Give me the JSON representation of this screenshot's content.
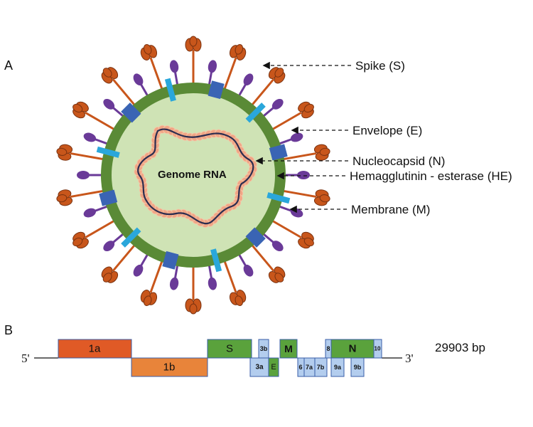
{
  "panels": {
    "a": "A",
    "b": "B"
  },
  "virion": {
    "genome_label": "Genome RNA",
    "labels": {
      "spike": "Spike (S)",
      "envelope": "Envelope (E)",
      "nucleocapsid": "Nucleocapsid (N)",
      "hemagglutinin": "Hemagglutinin - esterase (HE)",
      "membrane": "Membrane (M)"
    }
  },
  "genome": {
    "five_prime": "5'",
    "three_prime": "3'",
    "length": "29903 bp",
    "genes": {
      "g1a": "1a",
      "g1b": "1b",
      "S": "S",
      "g3b": "3b",
      "g3a": "3a",
      "E": "E",
      "M": "M",
      "g6": "6",
      "g7a": "7a",
      "g7b": "7b",
      "g8": "8",
      "g9a": "9a",
      "N": "N",
      "g9b": "9b",
      "g10": "10"
    }
  },
  "colors": {
    "envelope_ring": "#5a8a36",
    "interior": "#cfe3b5",
    "spike": "#c8561b",
    "he_block": "#3a64b4",
    "membrane_block": "#2aa7db",
    "e_protein": "#6a3a98",
    "beads": "#f0a585",
    "orf1a": "#e05a26",
    "orf1b": "#e8843a",
    "structural_green": "#5aa23c",
    "accessory_blue": "#b3cdee"
  }
}
